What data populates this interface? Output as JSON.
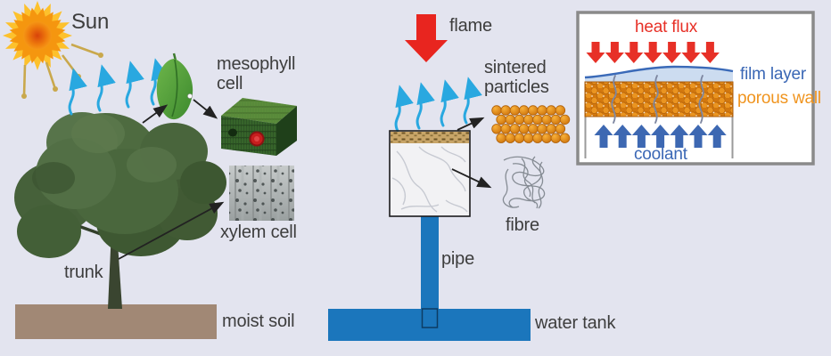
{
  "figure": {
    "background_color": "#e3e4ef",
    "left_panel": {
      "sun_label": "Sun",
      "mesophyll_cell_label": "mesophyll\ncell",
      "xylem_cell_label": "xylem cell",
      "trunk_label": "trunk",
      "moist_soil_label": "moist soil",
      "vapor_arrow_count": 4,
      "sun_ray_count": 4
    },
    "middle_panel": {
      "flame_label": "flame",
      "sintered_particles_label": "sintered\nparticles",
      "fibre_label": "fibre",
      "pipe_label": "pipe",
      "water_tank_label": "water tank",
      "vapor_arrow_count": 4,
      "particle_rows": 4,
      "particle_cols": 8
    },
    "inset_panel": {
      "heat_flux_label": "heat flux",
      "film_layer_label": "film layer",
      "porous_wall_label": "porous wall",
      "coolant_label": "coolant",
      "heat_flux_arrow_count": 7,
      "coolant_arrow_count": 7,
      "vapor_path_count": 3
    },
    "colors": {
      "text": "#3d3d3d",
      "flame_red": "#e8251f",
      "heat_flux_red": "#e73027",
      "water_blue": "#1b76bc",
      "coolant_blue": "#3d68b2",
      "vapor_cyan": "#29a8e0",
      "film_fill": "#ccdcf0",
      "film_line": "#3a6ab8",
      "porous_orange": "#d2770e",
      "porous_text_orange": "#f0941e",
      "inset_text_blue": "#3a67b5",
      "soil_brown": "#a18875",
      "sun_ray_tan": "#c9a84c",
      "particle_orange": "#e8921f"
    }
  }
}
